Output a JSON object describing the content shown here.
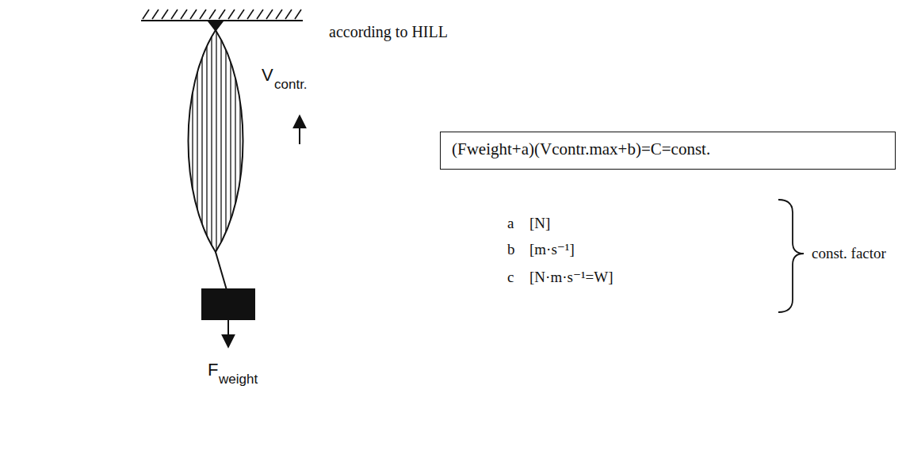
{
  "diagram": {
    "nodes": [
      {
        "text": [
          "(Fweight+a)(Vcontr.max+b)=C=const."
        ]
      }
    ],
    "edges": [],
    "labels": [
      "according to HILL",
      "V",
      "contr.",
      "F",
      "weight",
      "a",
      "[N]",
      "b",
      "[m·s⁻¹]",
      "c",
      "[N·m·s⁻¹=W]",
      "const. factor"
    ]
  }
}
